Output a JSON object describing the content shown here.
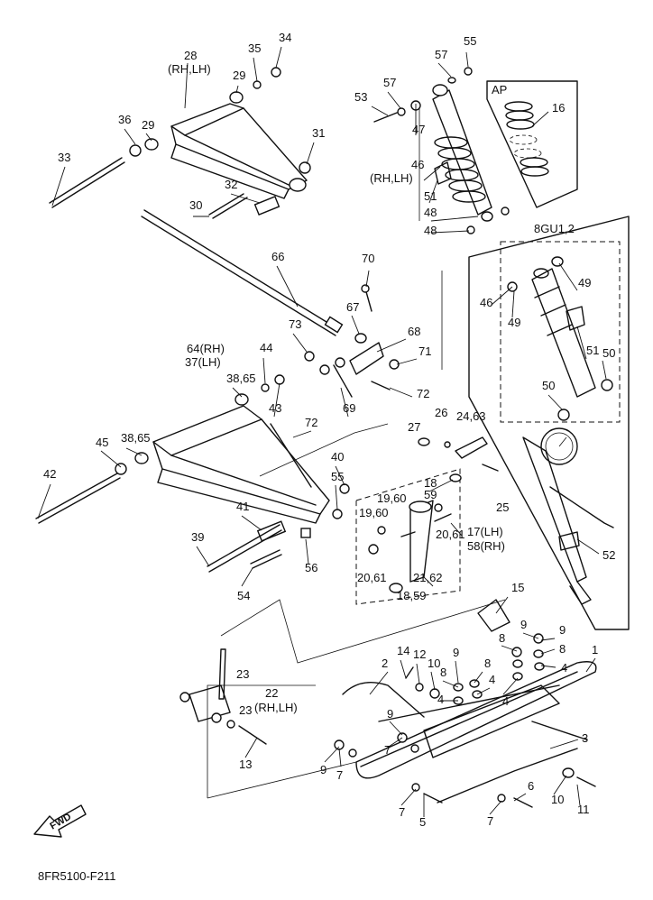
{
  "diagram_code": "8FR5100-F211",
  "fwd_label": "FWD",
  "inset_ap_label": "AP",
  "inset_variant_label": "8GU1,2",
  "callouts": [
    {
      "id": "c1",
      "text": "1"
    },
    {
      "id": "c2",
      "text": "2"
    },
    {
      "id": "c3",
      "text": "3"
    },
    {
      "id": "c4a",
      "text": "4"
    },
    {
      "id": "c4b",
      "text": "4"
    },
    {
      "id": "c4c",
      "text": "4"
    },
    {
      "id": "c4d",
      "text": "4"
    },
    {
      "id": "c5",
      "text": "5"
    },
    {
      "id": "c6",
      "text": "6"
    },
    {
      "id": "c7a",
      "text": "7"
    },
    {
      "id": "c7b",
      "text": "7"
    },
    {
      "id": "c7c",
      "text": "7"
    },
    {
      "id": "c7d",
      "text": "7"
    },
    {
      "id": "c8a",
      "text": "8"
    },
    {
      "id": "c8b",
      "text": "8"
    },
    {
      "id": "c8c",
      "text": "8"
    },
    {
      "id": "c8d",
      "text": "8"
    },
    {
      "id": "c9a",
      "text": "9"
    },
    {
      "id": "c9b",
      "text": "9"
    },
    {
      "id": "c9c",
      "text": "9"
    },
    {
      "id": "c9d",
      "text": "9"
    },
    {
      "id": "c9e",
      "text": "9"
    },
    {
      "id": "c10a",
      "text": "10"
    },
    {
      "id": "c10b",
      "text": "10"
    },
    {
      "id": "c11",
      "text": "11"
    },
    {
      "id": "c12",
      "text": "12"
    },
    {
      "id": "c13",
      "text": "13"
    },
    {
      "id": "c14",
      "text": "14"
    },
    {
      "id": "c15",
      "text": "15"
    },
    {
      "id": "c16",
      "text": "16"
    },
    {
      "id": "c17",
      "text": "17(LH)"
    },
    {
      "id": "c58",
      "text": "58(RH)"
    },
    {
      "id": "c18a",
      "text": "18"
    },
    {
      "id": "c1859",
      "text": "18,59"
    },
    {
      "id": "c1960a",
      "text": "19,60"
    },
    {
      "id": "c1960b",
      "text": "19,60"
    },
    {
      "id": "c2061a",
      "text": "20,61"
    },
    {
      "id": "c2061b",
      "text": "20,61"
    },
    {
      "id": "c2162",
      "text": "21,62"
    },
    {
      "id": "c22",
      "text": "22"
    },
    {
      "id": "c22rh",
      "text": "(RH,LH)"
    },
    {
      "id": "c23a",
      "text": "23"
    },
    {
      "id": "c23b",
      "text": "23"
    },
    {
      "id": "c2463",
      "text": "24,63"
    },
    {
      "id": "c25",
      "text": "25"
    },
    {
      "id": "c26",
      "text": "26"
    },
    {
      "id": "c27",
      "text": "27"
    },
    {
      "id": "c28",
      "text": "28"
    },
    {
      "id": "c28rh",
      "text": "(RH,LH)"
    },
    {
      "id": "c29a",
      "text": "29"
    },
    {
      "id": "c29b",
      "text": "29"
    },
    {
      "id": "c30",
      "text": "30"
    },
    {
      "id": "c31",
      "text": "31"
    },
    {
      "id": "c32",
      "text": "32"
    },
    {
      "id": "c33",
      "text": "33"
    },
    {
      "id": "c34",
      "text": "34"
    },
    {
      "id": "c35",
      "text": "35"
    },
    {
      "id": "c36",
      "text": "36"
    },
    {
      "id": "c3865a",
      "text": "38,65"
    },
    {
      "id": "c3865b",
      "text": "38,65"
    },
    {
      "id": "c39",
      "text": "39"
    },
    {
      "id": "c40",
      "text": "40"
    },
    {
      "id": "c41",
      "text": "41"
    },
    {
      "id": "c42",
      "text": "42"
    },
    {
      "id": "c43",
      "text": "43"
    },
    {
      "id": "c44",
      "text": "44"
    },
    {
      "id": "c45",
      "text": "45"
    },
    {
      "id": "c46a",
      "text": "46"
    },
    {
      "id": "c46rh",
      "text": "(RH,LH)"
    },
    {
      "id": "c46b",
      "text": "46"
    },
    {
      "id": "c47",
      "text": "47"
    },
    {
      "id": "c48a",
      "text": "48"
    },
    {
      "id": "c48b",
      "text": "48"
    },
    {
      "id": "c49a",
      "text": "49"
    },
    {
      "id": "c49b",
      "text": "49"
    },
    {
      "id": "c50a",
      "text": "50"
    },
    {
      "id": "c50b",
      "text": "50"
    },
    {
      "id": "c51a",
      "text": "51"
    },
    {
      "id": "c51b",
      "text": "51"
    },
    {
      "id": "c52",
      "text": "52"
    },
    {
      "id": "c53",
      "text": "53"
    },
    {
      "id": "c54",
      "text": "54"
    },
    {
      "id": "c55a",
      "text": "55"
    },
    {
      "id": "c55b",
      "text": "55"
    },
    {
      "id": "c56",
      "text": "56"
    },
    {
      "id": "c57a",
      "text": "57"
    },
    {
      "id": "c57b",
      "text": "57"
    },
    {
      "id": "c59",
      "text": "59"
    },
    {
      "id": "c64",
      "text": "64(RH)"
    },
    {
      "id": "c37",
      "text": "37(LH)"
    },
    {
      "id": "c66",
      "text": "66"
    },
    {
      "id": "c67",
      "text": "67"
    },
    {
      "id": "c68",
      "text": "68"
    },
    {
      "id": "c69",
      "text": "69"
    },
    {
      "id": "c70",
      "text": "70"
    },
    {
      "id": "c71",
      "text": "71"
    },
    {
      "id": "c72a",
      "text": "72"
    },
    {
      "id": "c72b",
      "text": "72"
    },
    {
      "id": "c73",
      "text": "73"
    }
  ]
}
